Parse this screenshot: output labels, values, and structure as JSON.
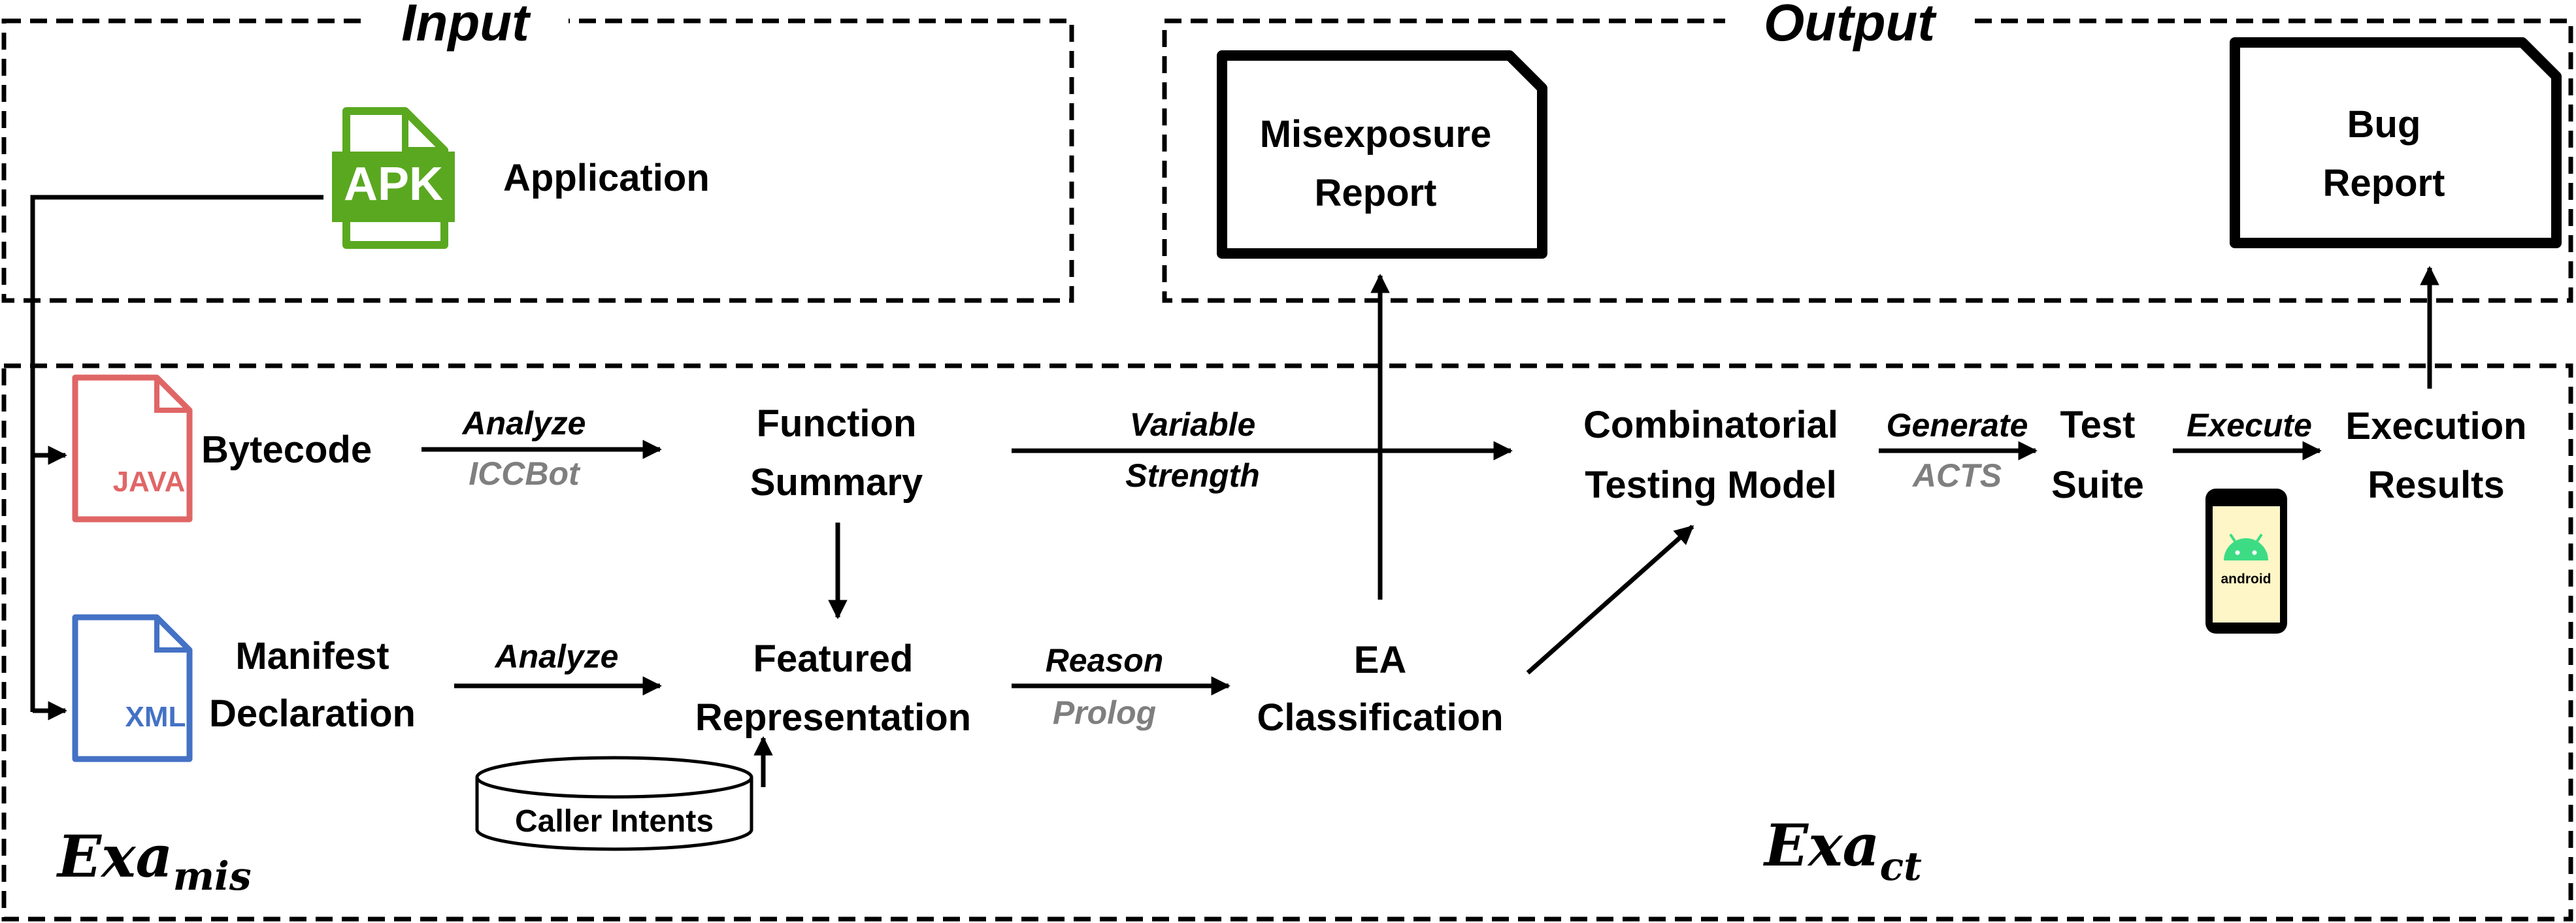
{
  "sections": {
    "input": "Input",
    "output": "Output"
  },
  "input": {
    "apk_icon_text": "APK",
    "application": "Application"
  },
  "output": {
    "misexposure_line1": "Misexposure",
    "misexposure_line2": "Report",
    "bug_line1": "Bug",
    "bug_line2": "Report"
  },
  "nodes": {
    "java_icon_text": "JAVA",
    "xml_icon_text": "XML",
    "bytecode": "Bytecode",
    "manifest_line1": "Manifest",
    "manifest_line2": "Declaration",
    "function_summary_line1": "Function",
    "function_summary_line2": "Summary",
    "featured_line1": "Featured",
    "featured_line2": "Representation",
    "caller_intents": "Caller Intents",
    "ea_line1": "EA",
    "ea_line2": "Classification",
    "ct_model_line1": "Combinatorial",
    "ct_model_line2": "Testing Model",
    "test_suite_line1": "Test",
    "test_suite_line2": "Suite",
    "execution_line1": "Execution",
    "execution_line2": "Results",
    "android_text": "android"
  },
  "edges": {
    "analyze_bytecode": "Analyze",
    "iccbot": "ICCBot",
    "analyze_manifest": "Analyze",
    "variable": "Variable",
    "strength": "Strength",
    "reason": "Reason",
    "prolog": "Prolog",
    "generate": "Generate",
    "acts": "ACTS",
    "execute": "Execute"
  },
  "phases": {
    "mis_base": "Exa",
    "mis_sub": "mis",
    "ct_base": "Exa",
    "ct_sub": "ct"
  },
  "colors": {
    "apk_green": "#5aa820",
    "java_red": "#e06666",
    "xml_blue": "#4472c4",
    "tool_gray": "#7f7f7f",
    "android_green": "#3ddc84",
    "phone_screen": "#fff6c7"
  }
}
